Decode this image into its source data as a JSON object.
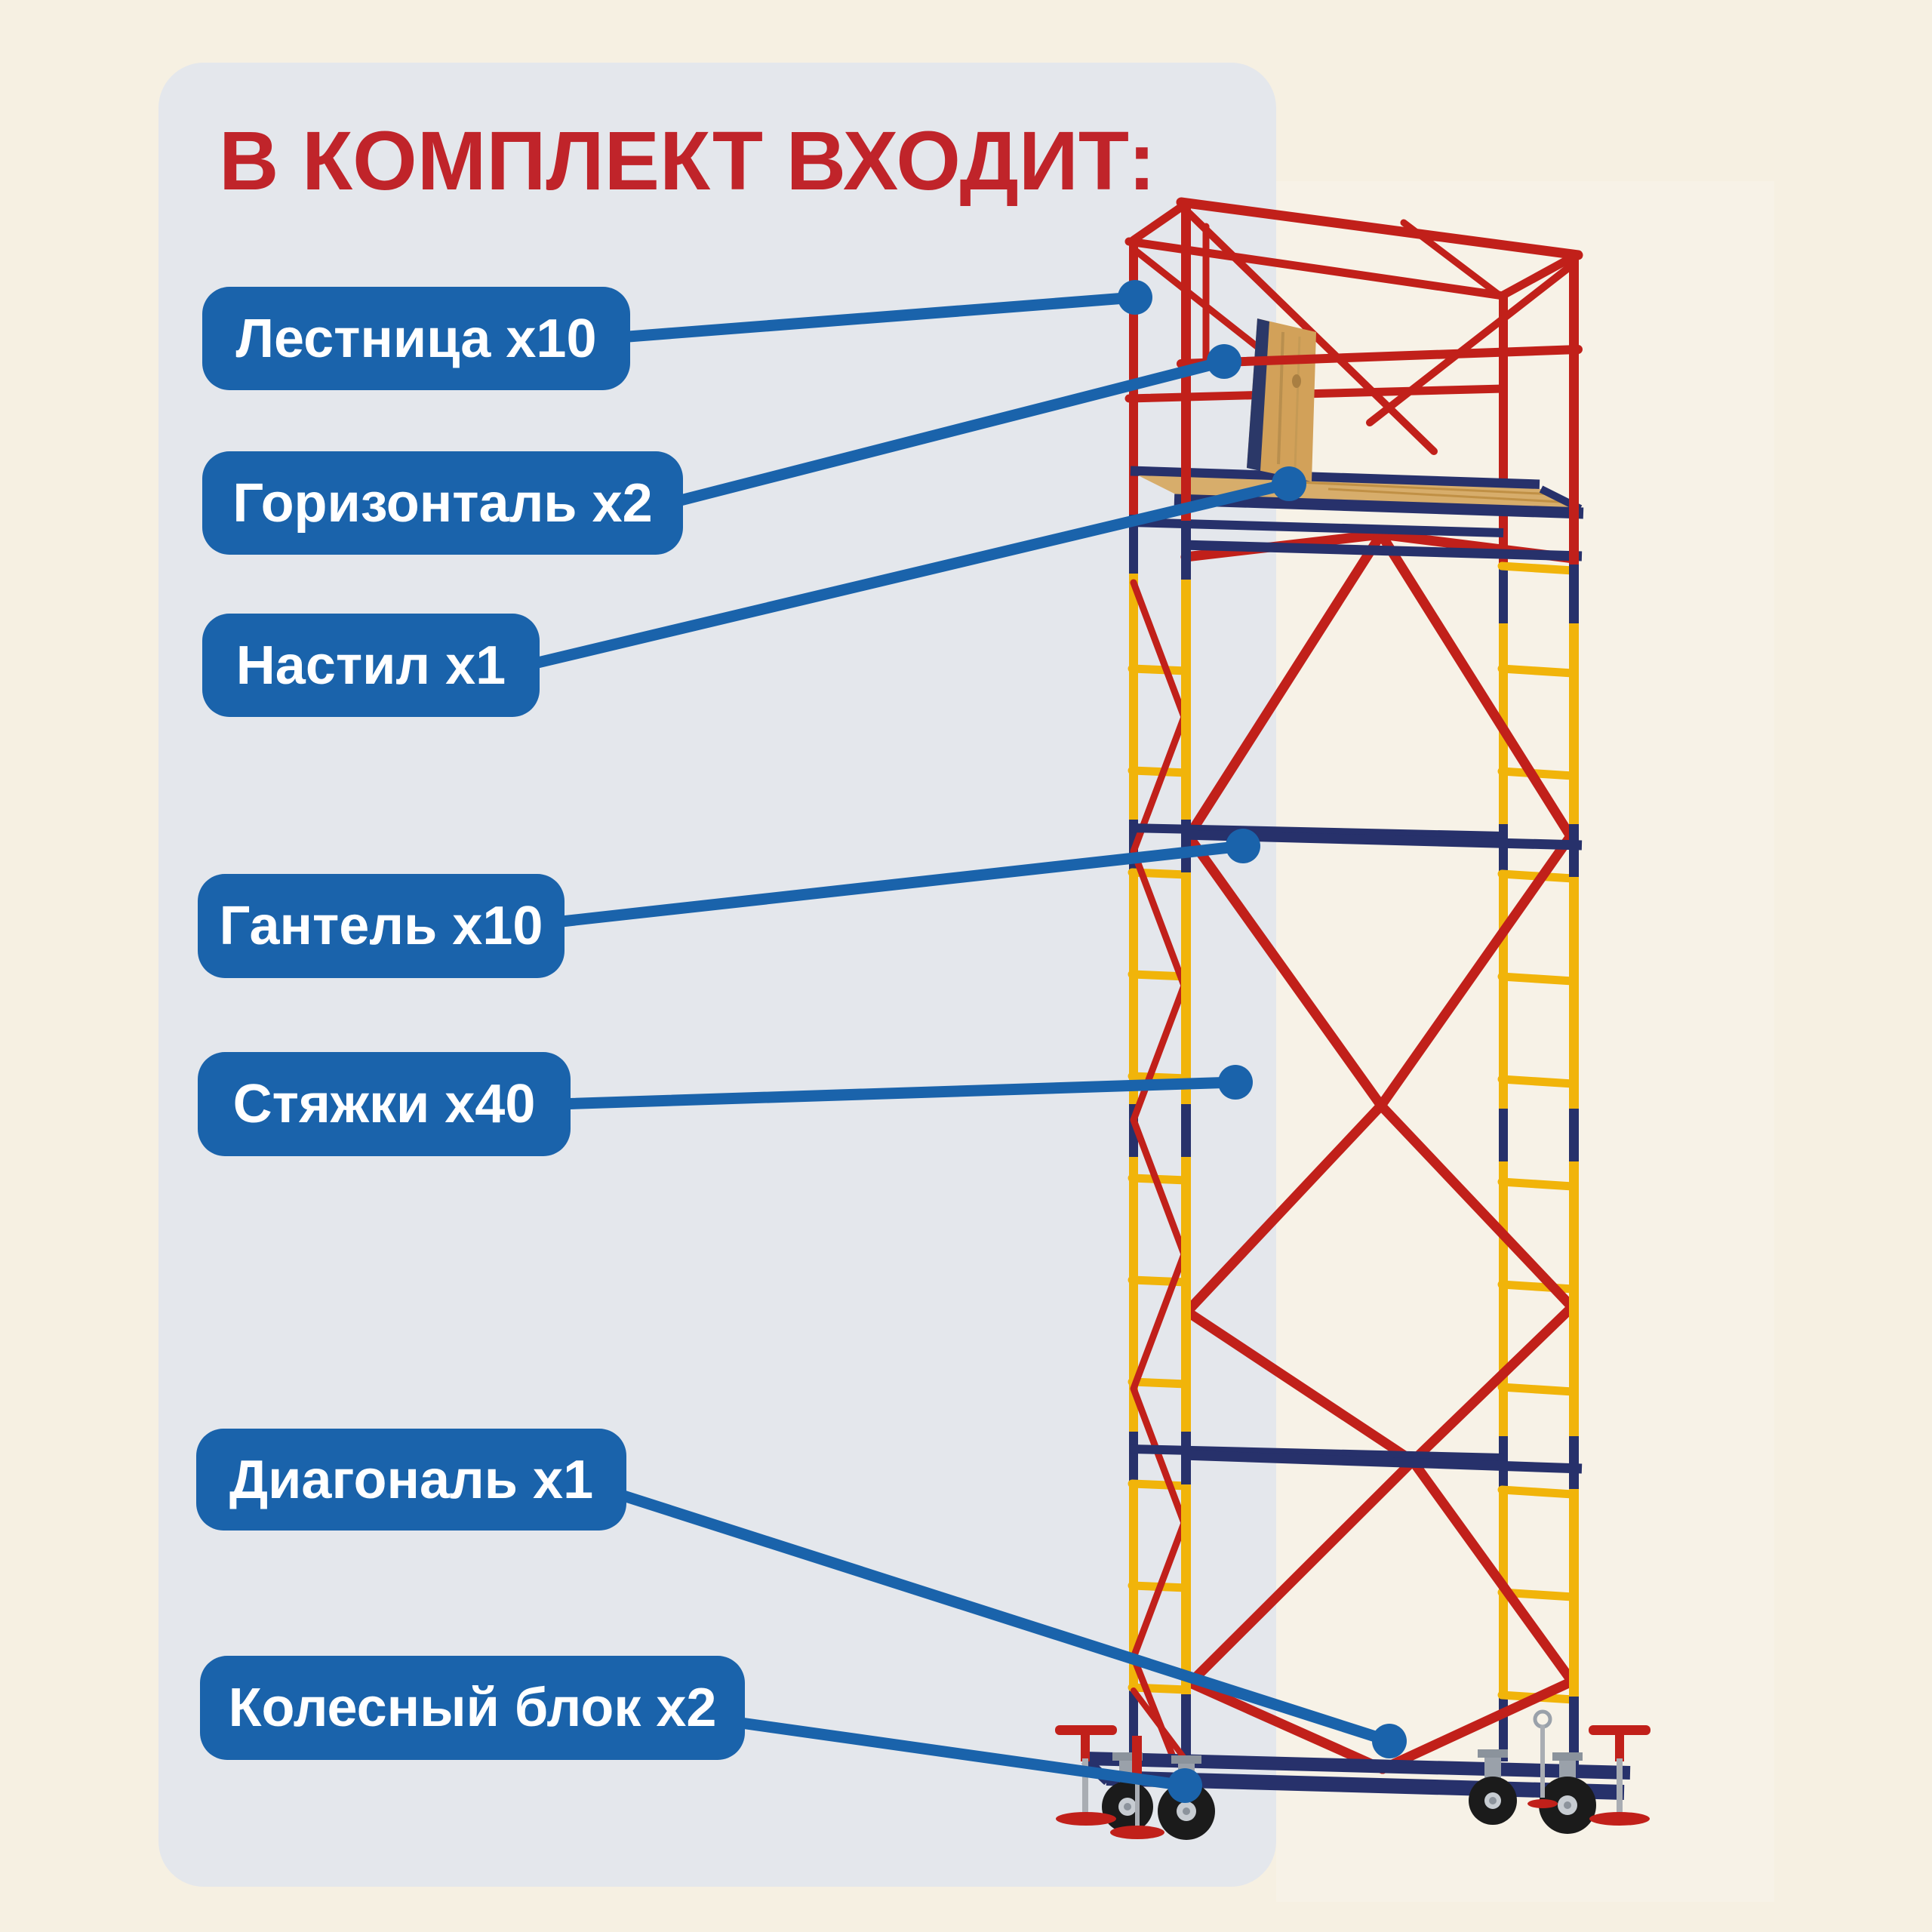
{
  "title": "В КОМПЛЕКТ ВХОДИТ:",
  "items": [
    {
      "name": "Лестница",
      "qty": "x10",
      "label": "Лестница x10"
    },
    {
      "name": "Горизонталь",
      "qty": "x2",
      "label": "Горизонталь x2"
    },
    {
      "name": "Настил",
      "qty": "x1",
      "label": "Настил x1"
    },
    {
      "name": "Гантель",
      "qty": "x10",
      "label": "Гантель x10"
    },
    {
      "name": "Стяжки",
      "qty": "x40",
      "label": "Стяжки x40"
    },
    {
      "name": "Диагональ",
      "qty": "x1",
      "label": "Диагональ x1"
    },
    {
      "name": "Колесный блок",
      "qty": "x2",
      "label": "Колесный блок x2"
    }
  ],
  "colors": {
    "background": "#f6f0e2",
    "panel": "#e4e7ec",
    "title_red": "#c0242a",
    "accent_blue": "#1a63ab",
    "scaffold_red": "#c1201a",
    "scaffold_yellow": "#f1b40a",
    "scaffold_navy": "#27316b",
    "wood": "#d7ad6b"
  }
}
